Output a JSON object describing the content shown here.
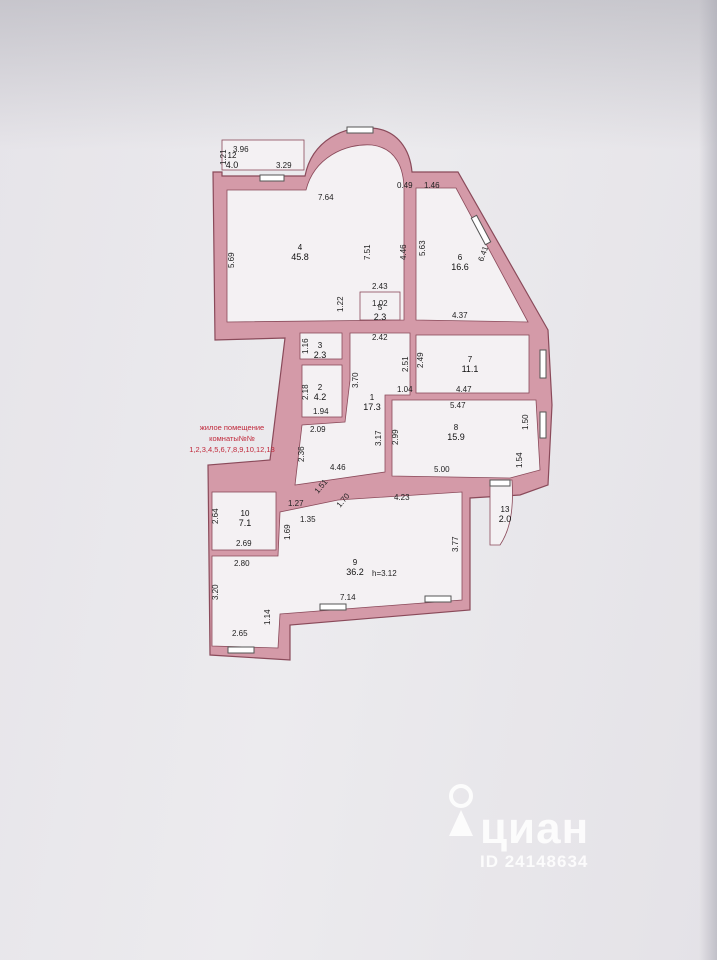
{
  "floor_plan": {
    "rooms": [
      {
        "number": "1",
        "area": "17.3"
      },
      {
        "number": "2",
        "area": "4.2"
      },
      {
        "number": "3",
        "area": "2.3"
      },
      {
        "number": "4",
        "area": "45.8"
      },
      {
        "number": "5",
        "area": "2.3"
      },
      {
        "number": "6",
        "area": "16.6"
      },
      {
        "number": "7",
        "area": "11.1"
      },
      {
        "number": "8",
        "area": "15.9"
      },
      {
        "number": "9",
        "area": "36.2"
      },
      {
        "number": "10",
        "area": "7.1"
      },
      {
        "number": "12",
        "area": "4.0"
      },
      {
        "number": "13",
        "area": "2.0"
      }
    ],
    "dimensions": [
      "3.96",
      "1.21",
      "3.29",
      "7.64",
      "0.49",
      "1.46",
      "5.69",
      "7.51",
      "4.46",
      "5.63",
      "6.41",
      "2.43",
      "1.22",
      "1.02",
      "4.37",
      "1.16",
      "2.42",
      "3.70",
      "2.51",
      "2.49",
      "2.18",
      "1.94",
      "1.04",
      "4.47",
      "5.47",
      "2.09",
      "2.99",
      "3.17",
      "1.50",
      "2.36",
      "4.46",
      "5.00",
      "1.54",
      "1.27",
      "1.51",
      "1.70",
      "4.23",
      "2.64",
      "1.35",
      "1.69",
      "3.77",
      "2.69",
      "2.80",
      "3.20",
      "7.14",
      "1.14",
      "2.65"
    ],
    "height_label": "h=3.12",
    "note_line1": "жилое помещение",
    "note_line2": "комнаты№№",
    "note_line3": "1,2,3,4,5,6,7,8,9,10,12,13"
  },
  "watermark": {
    "brand": "циан",
    "id": "ID 24148634"
  },
  "colors": {
    "wall": "#d49aa8",
    "wall_stroke": "#8a4a5a",
    "note": "#c0283a"
  }
}
